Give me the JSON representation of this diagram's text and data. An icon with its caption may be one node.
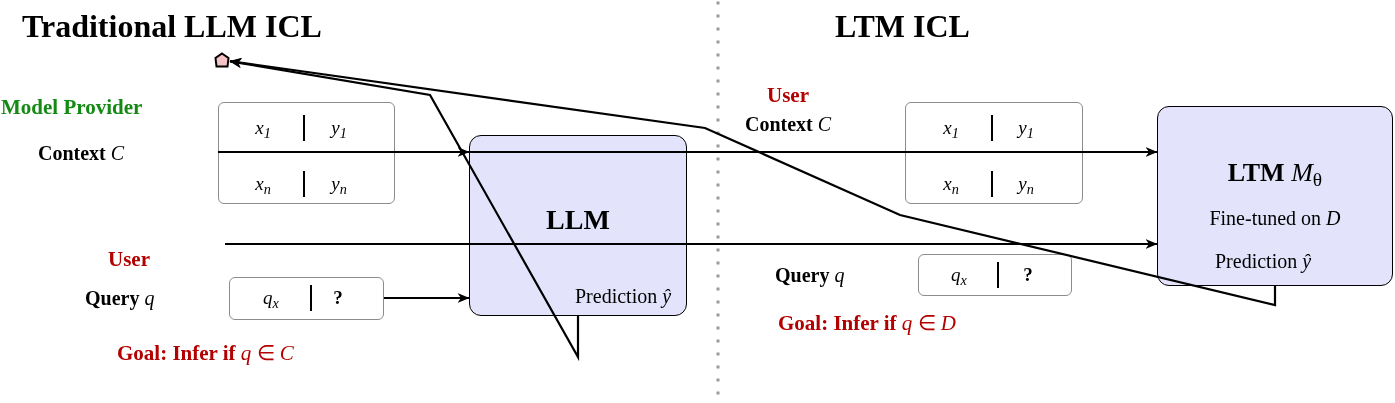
{
  "diagram": {
    "nodes": [
      {
        "text": [],
        "shape": "pentagon"
      },
      {
        "text": [
          "x$_{1}$",
          "y$_{1}$",
          "x$_{n}$",
          "y$_{n}$"
        ]
      },
      {
        "text": [
          "LLM"
        ]
      },
      {
        "text": [
          "q$_{x}$",
          "?"
        ]
      },
      {
        "text": [
          "x$_{1}$",
          "y$_{1}$",
          "x$_{n}$",
          "y$_{n}$"
        ]
      },
      {
        "text": [
          "**LTM** *M*$_{θ}$",
          "Fine-tuned on *D*"
        ]
      },
      {
        "text": [
          "q$_{x}$",
          "?"
        ]
      }
    ],
    "edges": [
      {
        "from": 1,
        "to": 2,
        "arrow": "to"
      },
      {
        "from": 3,
        "to": 2,
        "arrow": "to"
      },
      {
        "from": 2,
        "to": 4,
        "arrow": "none"
      },
      {
        "from": 4,
        "to": 5,
        "arrow": "to"
      },
      {
        "from": null,
        "to": 2,
        "arrow": "none"
      },
      {
        "from": 2,
        "to": 5,
        "arrow": "to"
      },
      {
        "from": 2,
        "to": 0,
        "arrow": "to"
      },
      {
        "from": 5,
        "to": 0,
        "arrow": "to"
      }
    ],
    "labels": [
      "Traditional LLM ICL",
      "Model Provider",
      "**Context** *C*",
      "User",
      "**Query** *q*",
      "Prediction *ŷ*",
      "**Goal: Infer if** *q* ∈ *C*",
      "LTM ICL",
      "User",
      "**Context** *C*",
      "**Query** *q*",
      "Prediction *ŷ*",
      "**Goal: Infer if** *q* ∈ *D*"
    ]
  }
}
